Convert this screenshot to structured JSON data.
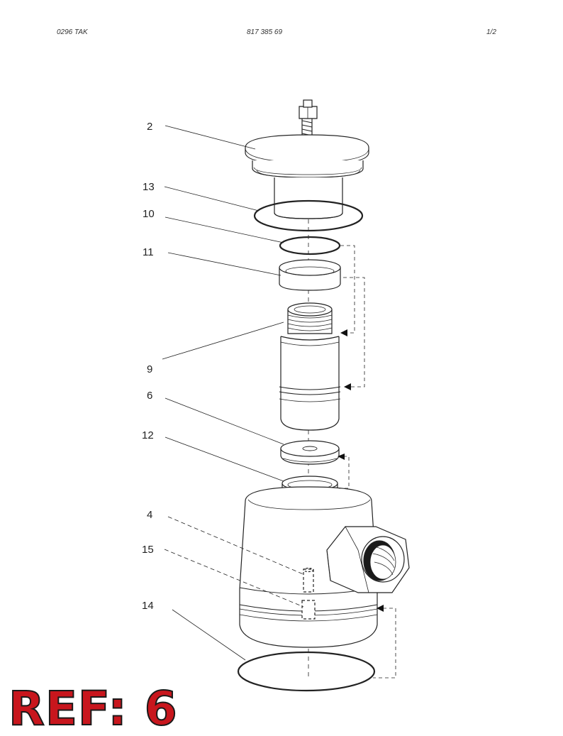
{
  "header": {
    "left": "0296  TAK",
    "center": "817 385 69",
    "right": "1/2"
  },
  "callouts": [
    {
      "id": "2",
      "label": "2"
    },
    {
      "id": "13",
      "label": "13"
    },
    {
      "id": "10",
      "label": "10"
    },
    {
      "id": "11",
      "label": "11"
    },
    {
      "id": "9",
      "label": "9"
    },
    {
      "id": "6",
      "label": "6"
    },
    {
      "id": "12",
      "label": "12"
    },
    {
      "id": "4",
      "label": "4"
    },
    {
      "id": "15",
      "label": "15"
    },
    {
      "id": "14",
      "label": "14"
    }
  ],
  "ref_label": "REF: 6"
}
